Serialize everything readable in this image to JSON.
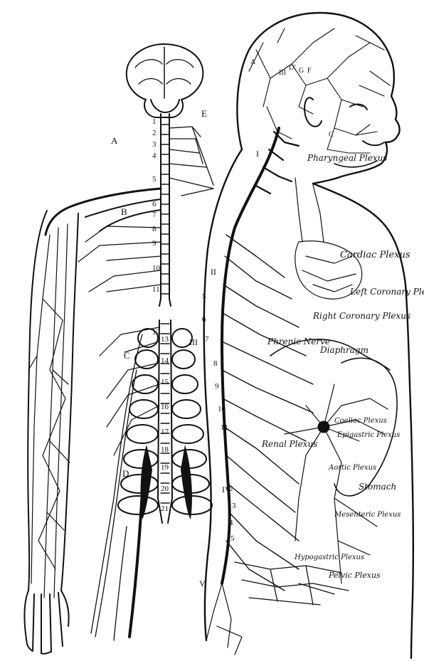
{
  "figure": {
    "left_letters": [
      "A",
      "B",
      "C",
      "D",
      "E"
    ],
    "spine_numbers": [
      "1",
      "2",
      "3",
      "4",
      "5",
      "6",
      "7",
      "8",
      "9",
      "10",
      "11",
      "12",
      "13",
      "14",
      "15",
      "16",
      "17",
      "18",
      "19",
      "20",
      "21"
    ],
    "body_numbers": [
      "5",
      "6",
      "7",
      "8",
      "9",
      "10",
      "11",
      "1",
      "2",
      "3",
      "4",
      "5"
    ],
    "roman_marks": [
      "I",
      "II",
      "III",
      "IV",
      "V"
    ],
    "head_marks": [
      "A",
      "III",
      "IX",
      "G",
      "F",
      "C"
    ],
    "labels": {
      "pharyngeal_plexus": "Pharyngeal Plexus",
      "cardiac_plexus": "Cardiac Plexus",
      "left_coronary_plexus": "Left Coronary Plexus",
      "right_coronary_plexus": "Right Coronary Plexus",
      "phrenic_nerve": "Phrenic Nerve",
      "diaphragm": "Diaphragm",
      "coeliac_plexus": "Coeliac Plexus",
      "epigastric_plexus": "Epigastric Plexus",
      "renal_plexus": "Renal Plexus",
      "aortic_plexus": "Aortic Plexus",
      "stomach": "Stomach",
      "mesenteric_plexus": "Mesenteric Plexus",
      "hypogastric_plexus": "Hypogastric Plexus",
      "pelvic_plexus": "Pelvic Plexus"
    }
  }
}
